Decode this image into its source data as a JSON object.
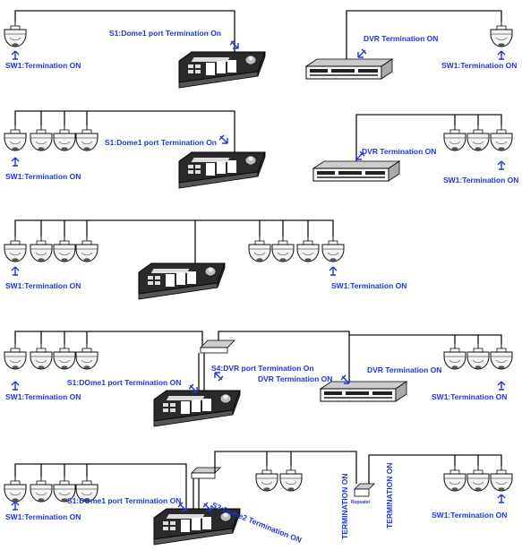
{
  "panels": [
    {
      "labels": {
        "left_sw1": "SW1:Termination ON",
        "keyboard_port": "S1:Dome1 port Termination On",
        "dvr": "DVR Termination ON",
        "right_sw1": "SW1:Termination ON"
      }
    },
    {
      "labels": {
        "left_sw1": "SW1:Termination ON",
        "keyboard_port": "S1:Dome1 port Termination On",
        "dvr": "DVR Termination ON",
        "right_sw1": "SW1:Termination ON"
      }
    },
    {
      "labels": {
        "left_sw1": "SW1:Termination ON",
        "right_sw1": "SW1:Termination ON"
      }
    },
    {
      "labels": {
        "left_sw1": "SW1:Termination ON",
        "keyboard_port": "S1:DOme1 port Termination ON",
        "s4_dvr": "S4:DVR port Termination On",
        "dvr_left": "DVR Termination ON",
        "dvr_right": "DVR Termination ON",
        "right_sw1": "SW1:Termination ON"
      }
    },
    {
      "labels": {
        "left_sw1": "SW1:Termination ON",
        "keyboard_port": "S1:DOme1 port Termination ON",
        "s3_dome2": "S3:Dome2 Termination ON",
        "termination_vertical_left": "TERMINATION ON",
        "termination_vertical_right": "TERMINATION ON",
        "repeater": "Repeater",
        "right_sw1": "SW1:Termination ON"
      }
    }
  ],
  "colors": {
    "label": "#1f35d6",
    "line": "#111111"
  }
}
